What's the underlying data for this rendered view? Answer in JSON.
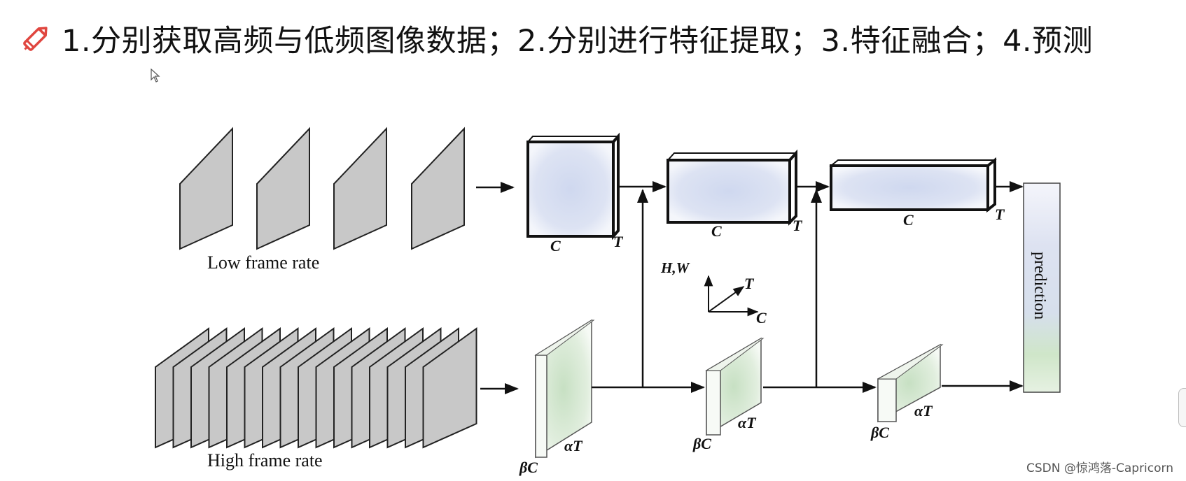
{
  "header": {
    "title": "1.分别获取高频与低频图像数据；2.分别进行特征提取；3.特征融合；4.预测",
    "pencil_icon": "pencil-icon",
    "pencil_color": "#e0463f"
  },
  "diagram": {
    "low_label": "Low frame rate",
    "high_label": "High frame rate",
    "low_blocks": [
      {
        "c": "C",
        "t": "T"
      },
      {
        "c": "C",
        "t": "T"
      },
      {
        "c": "C",
        "t": "T"
      }
    ],
    "high_blocks": [
      {
        "c": "βC",
        "t": "αT"
      },
      {
        "c": "βC",
        "t": "αT"
      },
      {
        "c": "βC",
        "t": "αT"
      }
    ],
    "axes": {
      "y": "H,W",
      "z": "T",
      "x": "C"
    },
    "prediction": "prediction",
    "colors": {
      "low_fill": "#d7def0",
      "high_fill": "#d8ebd5",
      "frame_fill": "#c8c8c8"
    }
  },
  "footer": {
    "watermark": "CSDN @惊鸿落-Capricorn"
  }
}
